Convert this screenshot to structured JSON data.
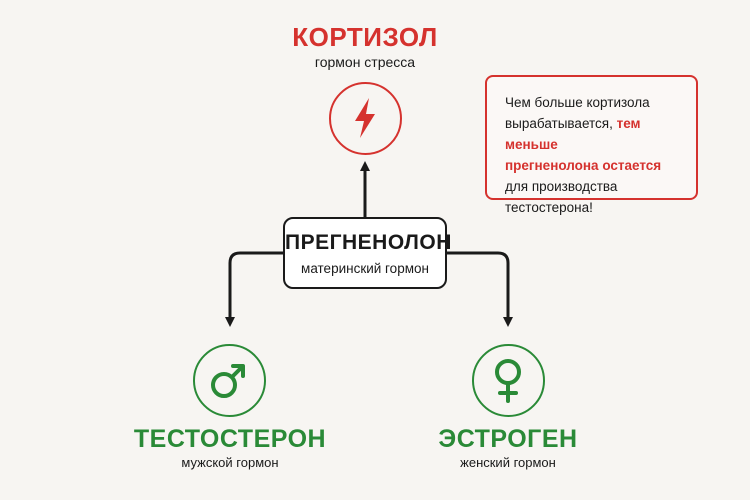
{
  "cortisol": {
    "title": "КОРТИЗОЛ",
    "subtitle": "гормон стресса",
    "icon": "lightning-bolt-icon"
  },
  "pregnenolone": {
    "title": "ПРЕГНЕНОЛОН",
    "subtitle": "материнский гормон"
  },
  "testosterone": {
    "title": "ТЕСТОСТЕРОН",
    "subtitle": "мужской гормон",
    "icon": "male-symbol-icon"
  },
  "estrogen": {
    "title": "ЭСТРОГЕН",
    "subtitle": "женский гормон",
    "icon": "female-symbol-icon"
  },
  "note": {
    "text_1": "Чем больше кортизола",
    "text_2": "вырабатывается,",
    "highlight_1": "тем меньше",
    "highlight_2": "прегненолона остается",
    "text_3": "для производства",
    "text_4": "тестостерона!"
  },
  "colors": {
    "red": "#d5322e",
    "green": "#2a8a37",
    "dark": "#1a1a1a",
    "background": "#f7f5f2"
  }
}
